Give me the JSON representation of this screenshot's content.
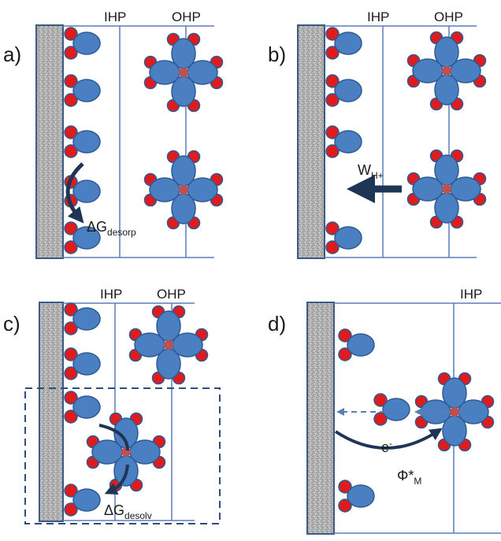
{
  "panels": [
    {
      "label": "a)",
      "planes": [
        "IHP",
        "OHP"
      ],
      "annotation": {
        "main": "ΔG",
        "sub": "desorp"
      }
    },
    {
      "label": "b)",
      "planes": [
        "IHP",
        "OHP"
      ],
      "annotation": {
        "main": "W",
        "sub": "H+"
      }
    },
    {
      "label": "c)",
      "planes": [
        "IHP",
        "OHP"
      ],
      "annotation": {
        "main": "ΔG",
        "sub": "desolv"
      }
    },
    {
      "label": "d)",
      "planes": [
        "IHP"
      ],
      "annotation": {
        "main": "Φ*",
        "sub": "M"
      },
      "electron": {
        "main": "e",
        "sup": "-"
      }
    }
  ],
  "colors": {
    "water_body": "#4a7fc1",
    "water_stroke": "#2d5a94",
    "hydrogen": "#e01b1b",
    "ion_core": "#c0504d",
    "line": "#5a7fb5",
    "arrow_dark": "#1f3556",
    "electrode_fill": "#a8a8a8",
    "electrode_stroke": "#3b5b86"
  }
}
